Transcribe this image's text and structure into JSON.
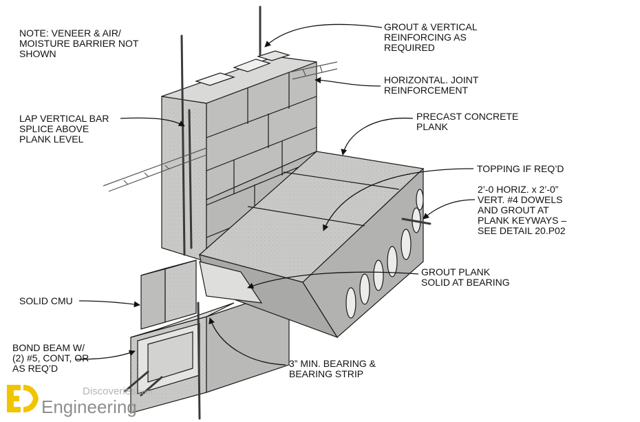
{
  "labels": {
    "note": [
      "NOTE: VENEER & AIR/",
      "MOISTURE BARRIER NOT",
      "SHOWN"
    ],
    "grout_vertical": [
      "GROUT & VERTICAL",
      "REINFORCING AS",
      "REQUIRED"
    ],
    "horiz_joint": [
      "HORIZONTAL. JOINT",
      "REINFORCEMENT"
    ],
    "precast_plank": [
      "PRECAST CONCRETE",
      "PLANK"
    ],
    "lap_bar": [
      "LAP VERTICAL BAR",
      "SPLICE ABOVE",
      "PLANK LEVEL"
    ],
    "topping": [
      "TOPPING IF REQ’D"
    ],
    "dowels": [
      "2’-0 HORIZ. x 2’-0”",
      "VERT. #4 DOWELS",
      "AND GROUT AT",
      "PLANK KEYWAYS –",
      "SEE DETAIL 20.P02"
    ],
    "grout_plank": [
      "GROUT PLANK",
      "SOLID AT BEARING"
    ],
    "solid_cmu": [
      "SOLID CMU"
    ],
    "bond_beam": [
      "BOND BEAM W/",
      "(2) #5, CONT, OR",
      "AS REQ’D"
    ],
    "bearing": [
      "3” MIN. BEARING &",
      "BEARING STRIP"
    ]
  },
  "watermark": {
    "line1": "Discoveries",
    "line1_suffix": ".com",
    "line2": "Engineering",
    "logo_letters": "ED"
  },
  "colors": {
    "concrete": "#c9c9c7",
    "concrete_dark": "#9d9d9b",
    "concrete_light": "#e2e2e0",
    "outline": "#1a1a1a",
    "rebar": "#3a3a3a",
    "logo_yellow": "#f2c400"
  }
}
